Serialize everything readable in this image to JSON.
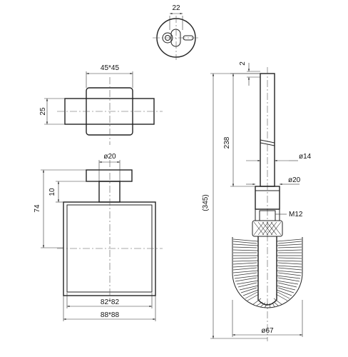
{
  "dimensions": {
    "top_plate_width": "22",
    "bracket_width": "45*45",
    "bracket_depth": "25",
    "pin_diameter": "ø20",
    "offset_10": "10",
    "height_74": "74",
    "inner_square": "82*82",
    "outer_square": "88*88",
    "tip_2": "2",
    "handle_length": "238",
    "handle_diameter": "ø14",
    "collar_diameter": "ø20",
    "thread": "M12",
    "overall_length": "(345)",
    "brush_diameter": "ø67"
  }
}
